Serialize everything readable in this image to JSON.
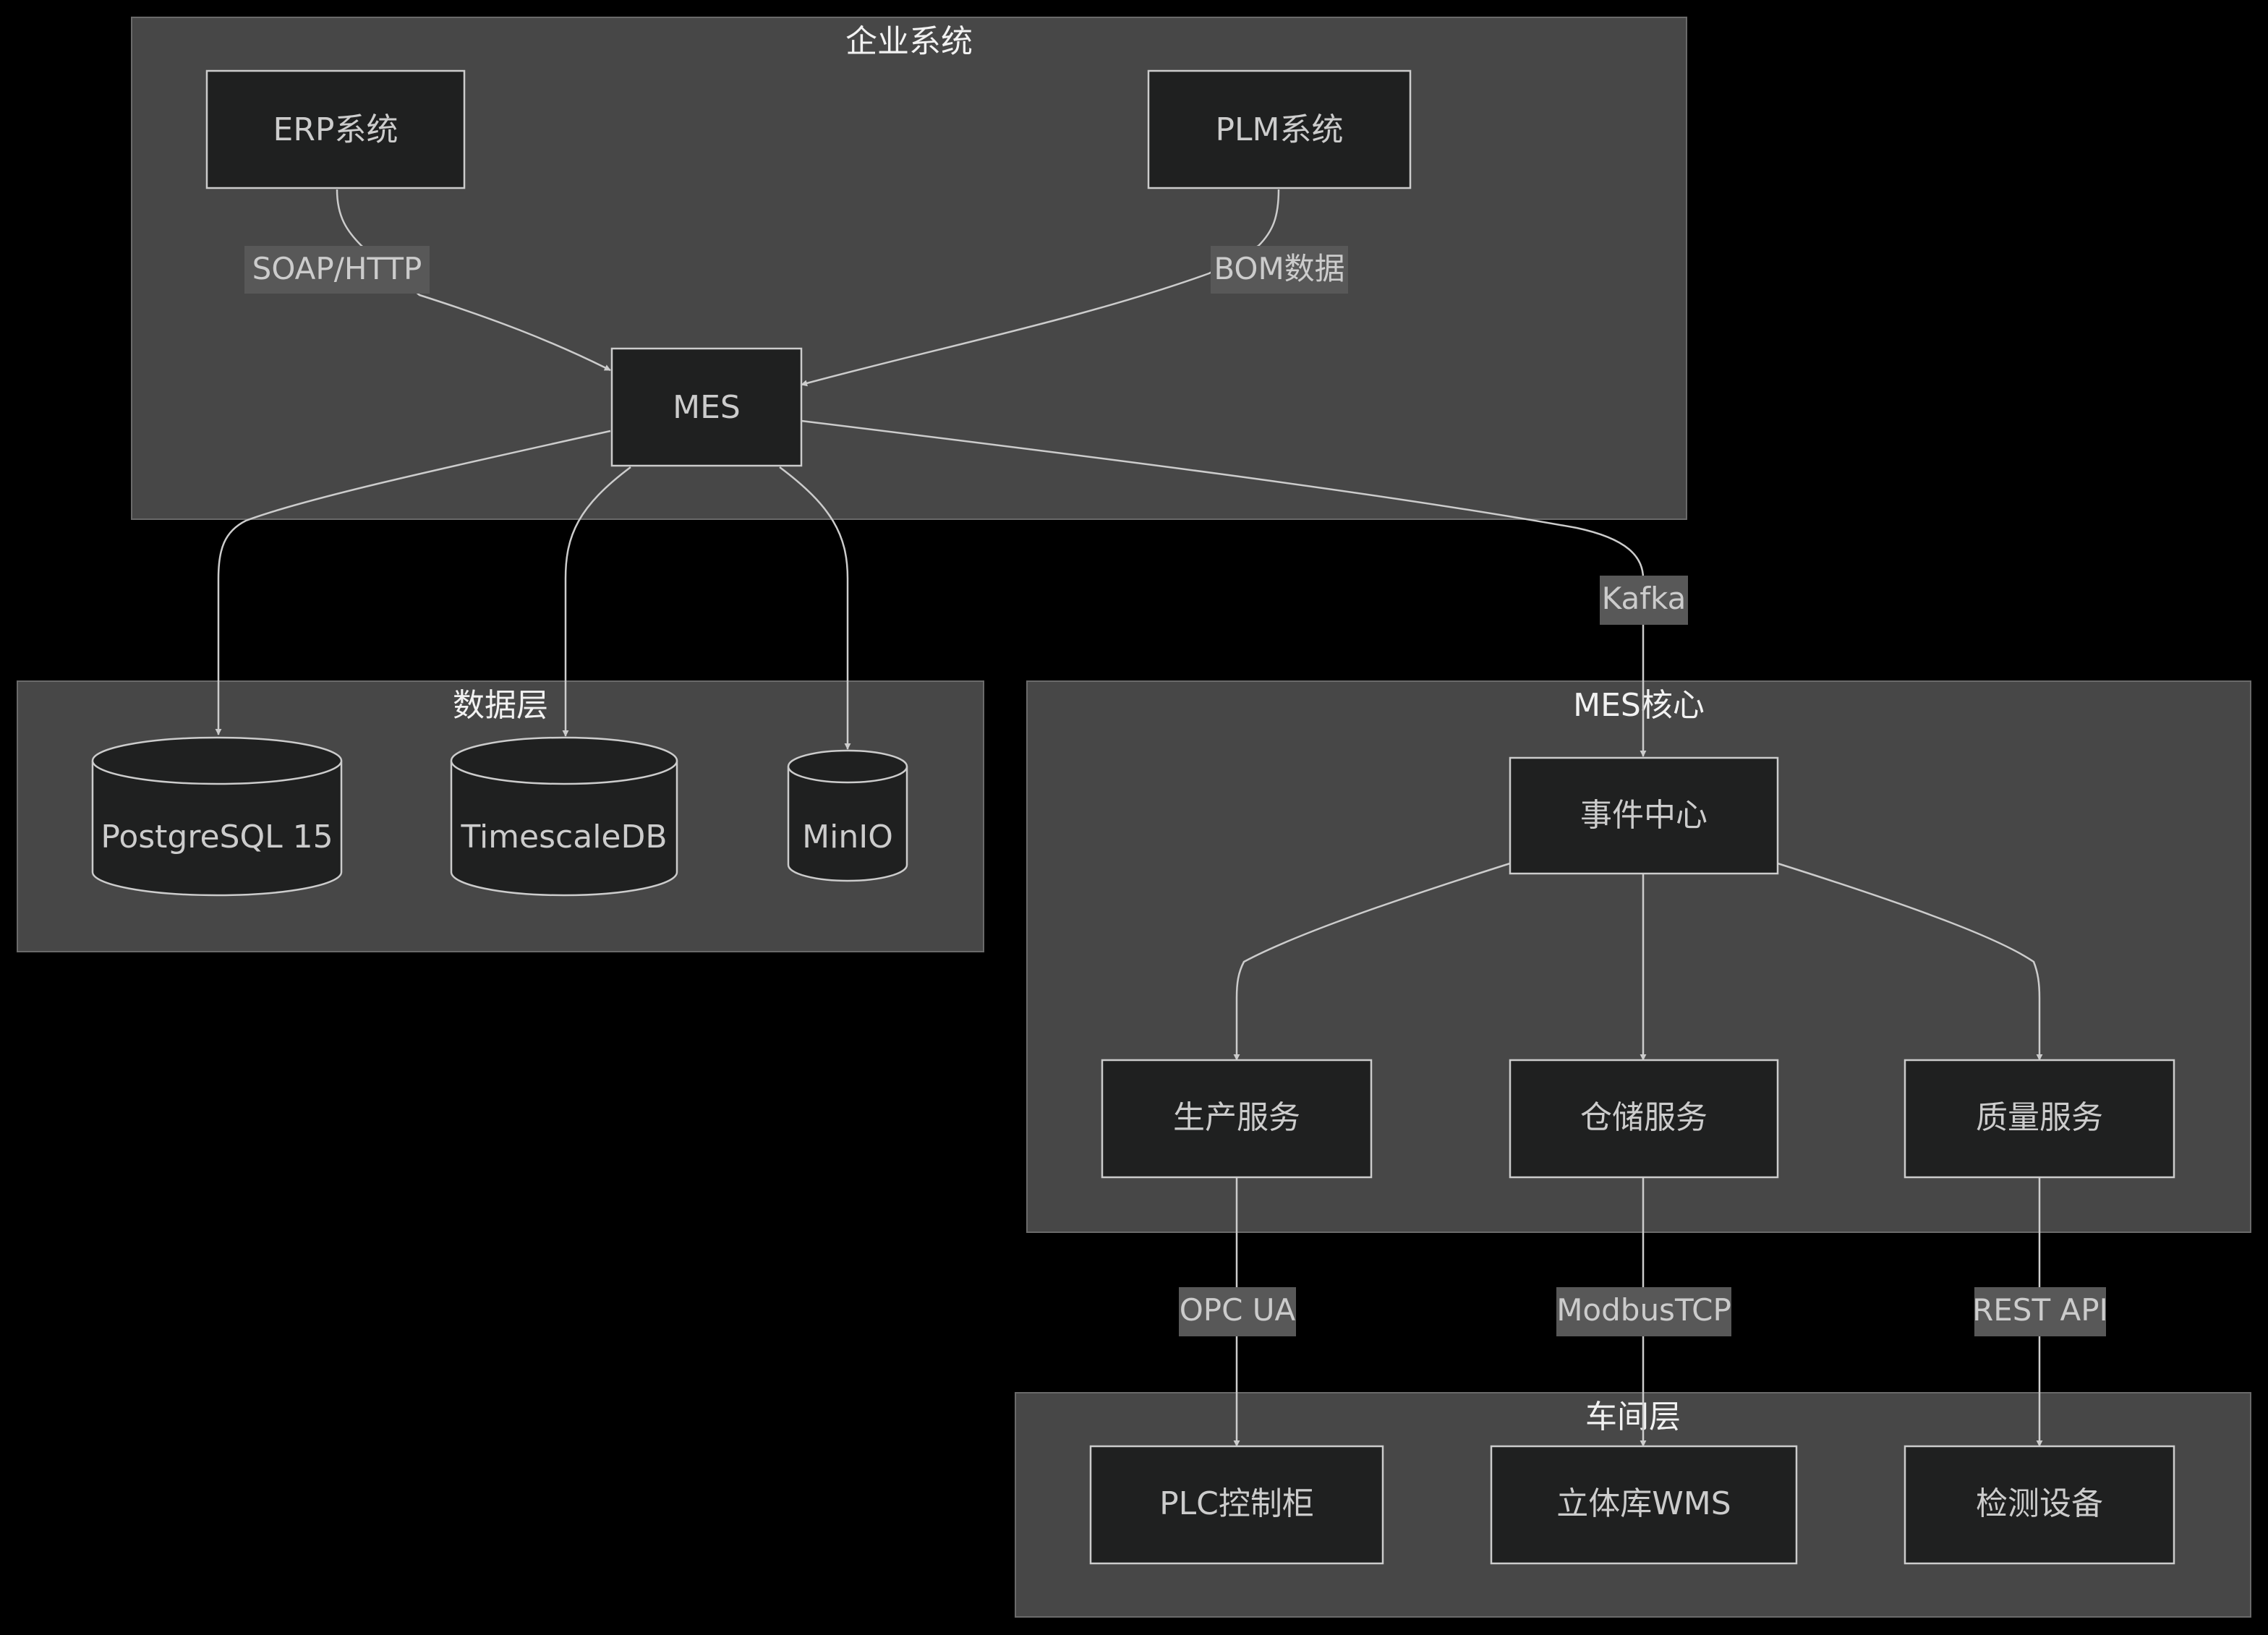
{
  "clusters": {
    "enterprise": "企业系统",
    "data_layer": "数据层",
    "mes_core": "MES核心",
    "shop_floor": "车间层"
  },
  "nodes": {
    "erp": "ERP系统",
    "plm": "PLM系统",
    "mes": "MES",
    "postgres": "PostgreSQL 15",
    "timescale": "TimescaleDB",
    "minio": "MinIO",
    "event_center": "事件中心",
    "production": "生产服务",
    "warehouse": "仓储服务",
    "quality": "质量服务",
    "plc": "PLC控制柜",
    "wms": "立体库WMS",
    "inspection": "检测设备"
  },
  "edge_labels": {
    "erp_mes": "SOAP/HTTP",
    "plm_mes": "BOM数据",
    "mes_event": "Kafka",
    "prod_plc": "OPC UA",
    "wh_wms": "ModbusTCP",
    "qa_insp": "REST API"
  },
  "colors": {
    "background": "#000000",
    "cluster_fill": "#474747",
    "node_fill": "#1f2020",
    "line": "#cccccc",
    "edge_label_bg": "#585858"
  }
}
